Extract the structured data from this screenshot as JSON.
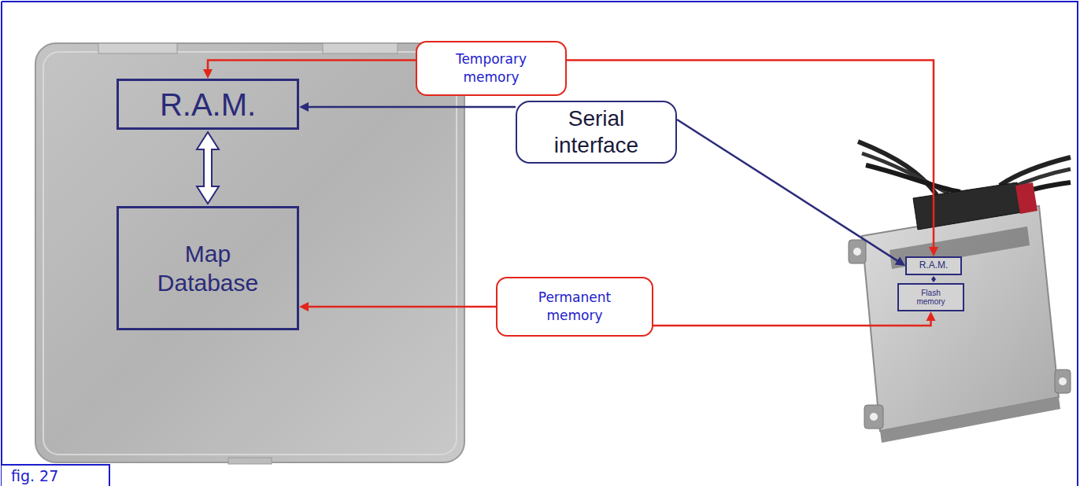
{
  "diagram": {
    "caption": "fig. 27",
    "nodes": [
      {
        "text": [
          "Temporary memory"
        ]
      },
      {
        "text": [
          "R.A.M."
        ]
      },
      {
        "text": [
          "Serial interface"
        ]
      },
      {
        "text": [
          "Map Database"
        ]
      },
      {
        "text": [
          "Permanent memory"
        ]
      },
      {
        "text": [
          "R.A.M."
        ]
      },
      {
        "text": [
          "Flash memory"
        ]
      }
    ],
    "edges": [
      {
        "from": 0,
        "to": 1,
        "arrow": "to"
      },
      {
        "from": 0,
        "to": 5,
        "arrow": "to"
      },
      {
        "from": 2,
        "to": 1,
        "arrow": "to"
      },
      {
        "from": 2,
        "to": 5,
        "arrow": "to"
      },
      {
        "from": 4,
        "to": 3,
        "arrow": "to"
      },
      {
        "from": 4,
        "to": 6,
        "arrow": "to"
      },
      {
        "from": 1,
        "to": 3,
        "arrow": "both"
      },
      {
        "from": 5,
        "to": 6,
        "arrow": "both"
      }
    ]
  }
}
